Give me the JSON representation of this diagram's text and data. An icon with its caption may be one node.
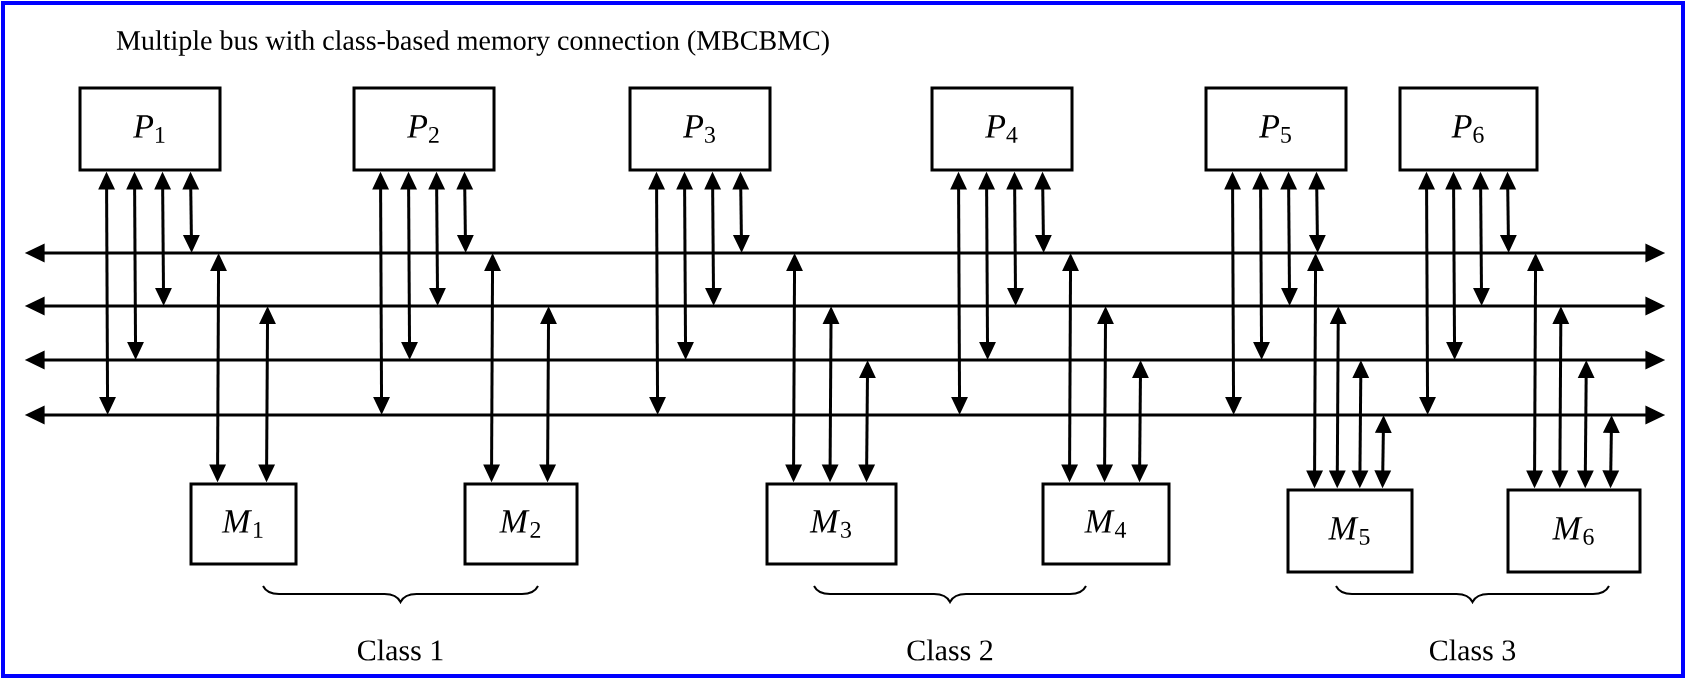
{
  "diagram": {
    "title": "Multiple bus with class-based memory connection (MBCBMC)",
    "nodes": [
      {
        "text": [
          "*P*$_{1}$"
        ]
      },
      {
        "text": [
          "*P*$_{2}$"
        ]
      },
      {
        "text": [
          "*P*$_{3}$"
        ]
      },
      {
        "text": [
          "*P*$_{4}$"
        ]
      },
      {
        "text": [
          "*P*$_{5}$"
        ]
      },
      {
        "text": [
          "*P*$_{6}$"
        ]
      },
      {
        "text": [],
        "shape": "bar"
      },
      {
        "text": [],
        "shape": "bar"
      },
      {
        "text": [],
        "shape": "bar"
      },
      {
        "text": [],
        "shape": "bar"
      },
      {
        "text": [
          "*M*$_{1}$"
        ]
      },
      {
        "text": [
          "*M*$_{2}$"
        ]
      },
      {
        "text": [
          "*M*$_{3}$"
        ]
      },
      {
        "text": [
          "*M*$_{4}$"
        ]
      },
      {
        "text": [
          "*M*$_{5}$"
        ]
      },
      {
        "text": [
          "*M*$_{6}$"
        ]
      }
    ],
    "edges": [
      {
        "from": 0,
        "to": 6,
        "arrow": "both"
      },
      {
        "from": 0,
        "to": 7,
        "arrow": "both"
      },
      {
        "from": 0,
        "to": 8,
        "arrow": "both"
      },
      {
        "from": 0,
        "to": 9,
        "arrow": "both"
      },
      {
        "from": 1,
        "to": 6,
        "arrow": "both"
      },
      {
        "from": 1,
        "to": 7,
        "arrow": "both"
      },
      {
        "from": 1,
        "to": 8,
        "arrow": "both"
      },
      {
        "from": 1,
        "to": 9,
        "arrow": "both"
      },
      {
        "from": 2,
        "to": 6,
        "arrow": "both"
      },
      {
        "from": 2,
        "to": 7,
        "arrow": "both"
      },
      {
        "from": 2,
        "to": 8,
        "arrow": "both"
      },
      {
        "from": 2,
        "to": 9,
        "arrow": "both"
      },
      {
        "from": 3,
        "to": 6,
        "arrow": "both"
      },
      {
        "from": 3,
        "to": 7,
        "arrow": "both"
      },
      {
        "from": 3,
        "to": 8,
        "arrow": "both"
      },
      {
        "from": 3,
        "to": 9,
        "arrow": "both"
      },
      {
        "from": 4,
        "to": 6,
        "arrow": "both"
      },
      {
        "from": 4,
        "to": 7,
        "arrow": "both"
      },
      {
        "from": 4,
        "to": 8,
        "arrow": "both"
      },
      {
        "from": 4,
        "to": 9,
        "arrow": "both"
      },
      {
        "from": 5,
        "to": 6,
        "arrow": "both"
      },
      {
        "from": 5,
        "to": 7,
        "arrow": "both"
      },
      {
        "from": 5,
        "to": 8,
        "arrow": "both"
      },
      {
        "from": 5,
        "to": 9,
        "arrow": "both"
      },
      {
        "from": 10,
        "to": 6,
        "arrow": "both"
      },
      {
        "from": 10,
        "to": 7,
        "arrow": "both"
      },
      {
        "from": 11,
        "to": 6,
        "arrow": "both"
      },
      {
        "from": 11,
        "to": 7,
        "arrow": "both"
      },
      {
        "from": 12,
        "to": 6,
        "arrow": "both"
      },
      {
        "from": 12,
        "to": 7,
        "arrow": "both"
      },
      {
        "from": 12,
        "to": 8,
        "arrow": "both"
      },
      {
        "from": 13,
        "to": 6,
        "arrow": "both"
      },
      {
        "from": 13,
        "to": 7,
        "arrow": "both"
      },
      {
        "from": 13,
        "to": 8,
        "arrow": "both"
      },
      {
        "from": 14,
        "to": 6,
        "arrow": "both"
      },
      {
        "from": 14,
        "to": 7,
        "arrow": "both"
      },
      {
        "from": 14,
        "to": 8,
        "arrow": "both"
      },
      {
        "from": 14,
        "to": 9,
        "arrow": "both"
      },
      {
        "from": 15,
        "to": 6,
        "arrow": "both"
      },
      {
        "from": 15,
        "to": 7,
        "arrow": "both"
      },
      {
        "from": 15,
        "to": 8,
        "arrow": "both"
      },
      {
        "from": 15,
        "to": 9,
        "arrow": "both"
      }
    ],
    "labels": [
      "Class 1",
      "Class 2",
      "Class 3"
    ]
  }
}
